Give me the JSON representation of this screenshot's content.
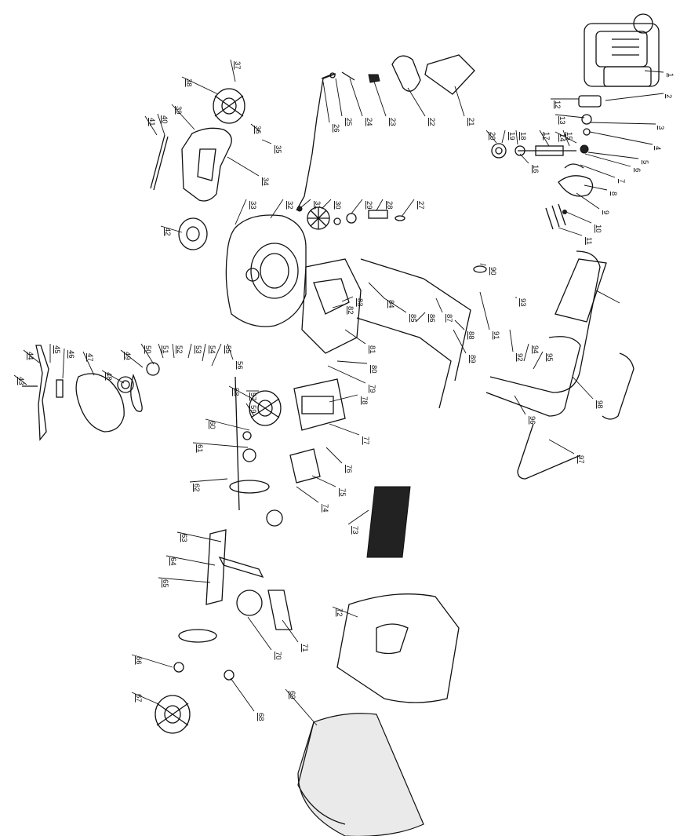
{
  "callouts": [
    "1",
    "2",
    "3",
    "4",
    "5",
    "6",
    "7",
    "8",
    "9",
    "10",
    "11",
    "12",
    "13",
    "14",
    "15",
    "16",
    "17",
    "18",
    "19",
    "20",
    "21",
    "22",
    "23",
    "24",
    "25",
    "26",
    "27",
    "28",
    "29",
    "30",
    "31",
    "32",
    "33",
    "34",
    "35",
    "36",
    "37",
    "38",
    "39",
    "40",
    "41",
    "42",
    "43",
    "44",
    "45",
    "46",
    "47",
    "48",
    "49",
    "50",
    "51",
    "52",
    "53",
    "54",
    "55",
    "56",
    "57",
    "58",
    "59",
    "60",
    "61",
    "62",
    "63",
    "64",
    "65",
    "66",
    "67",
    "68",
    "69",
    "70",
    "71",
    "72",
    "73",
    "74",
    "75",
    "76",
    "77",
    "78",
    "79",
    "80",
    "81",
    "82",
    "83",
    "84",
    "85",
    "86",
    "87",
    "88",
    "89",
    "90",
    "91",
    "92",
    "93",
    "94",
    "95",
    "96",
    "97",
    "98"
  ],
  "colors": {
    "ink": "#111111",
    "background": "#ffffff"
  }
}
